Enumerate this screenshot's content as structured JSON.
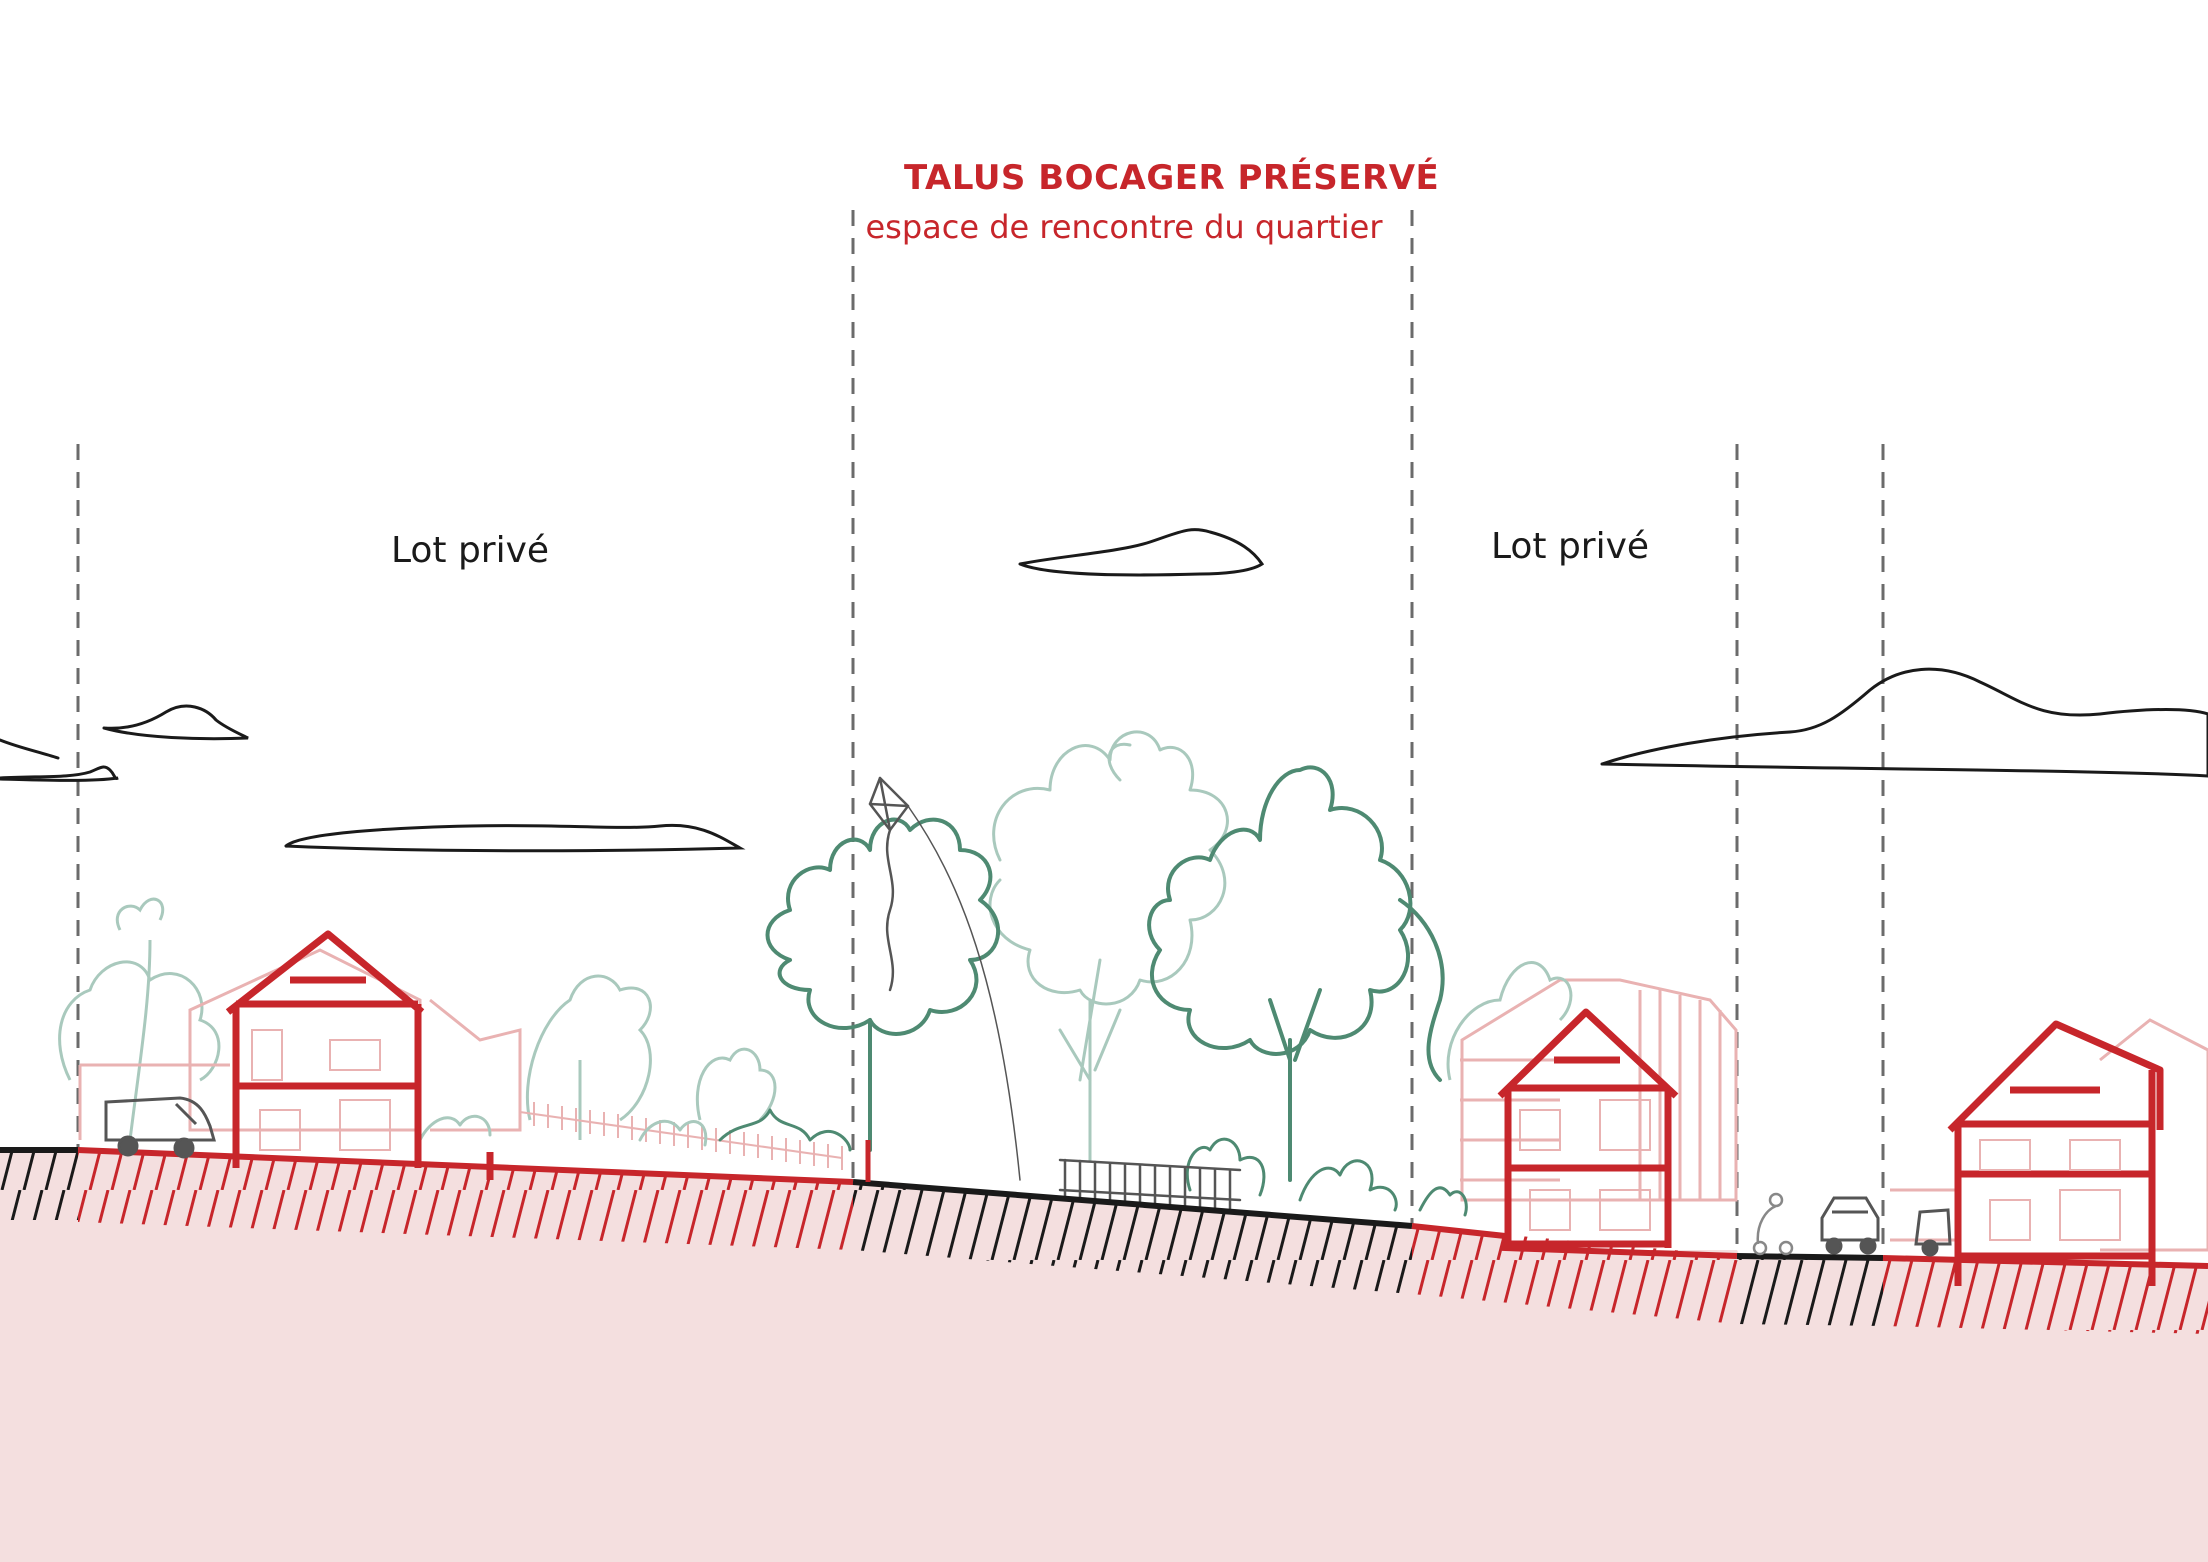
{
  "labels": {
    "title": "TALUS BOCAGER PRÉSERVÉ",
    "subtitle": "espace de rencontre du quartier",
    "lot_left": "Lot privé",
    "lot_right": "Lot privé"
  },
  "colors": {
    "accent_red": "#c7262b",
    "ground_fill": "#f4dfdf",
    "hatch_red": "#c7262b",
    "tree_green": "#4e8a72",
    "tree_light_green": "#a9c9bd",
    "ghost_red": "#e9b2b2",
    "ink": "#1a1a1a",
    "dash_gray": "#6b6b6b"
  },
  "icons": [
    "cloud-icon",
    "house-section-icon",
    "tree-icon",
    "kite-icon",
    "car-icon",
    "van-icon",
    "fence-icon",
    "scooter-icon"
  ]
}
